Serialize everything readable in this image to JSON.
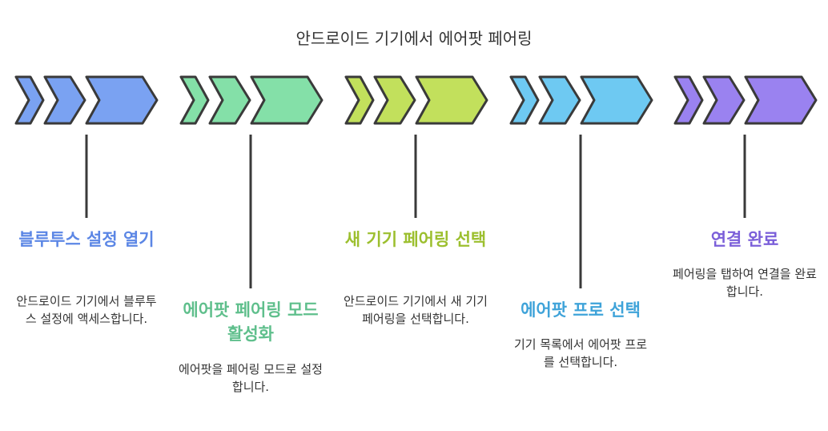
{
  "title": "안드로이드 기기에서 에어팟 페어링",
  "steps": [
    {
      "title": "블루투스 설정 열기",
      "description": "안드로이드 기기에서 블루투스 설정에 액세스합니다.",
      "color": "#5b86e5",
      "fill": "#7aa2f2"
    },
    {
      "title": "에어팟 페어링 모드 활성화",
      "description": "에어팟을 페어링 모드로 설정합니다.",
      "color": "#5fbf8c",
      "fill": "#84e0a8"
    },
    {
      "title": "새 기기 페어링 선택",
      "description": "안드로이드 기기에서 새 기기 페어링을 선택합니다.",
      "color": "#9cbf2e",
      "fill": "#c2e05c"
    },
    {
      "title": "에어팟 프로 선택",
      "description": "기기 목록에서 에어팟 프로를 선택합니다.",
      "color": "#3fa3d9",
      "fill": "#6ec9f2"
    },
    {
      "title": "연결 완료",
      "description": "페어링을 탭하여 연결을 완료합니다.",
      "color": "#7b5fd9",
      "fill": "#9a82f0"
    }
  ]
}
